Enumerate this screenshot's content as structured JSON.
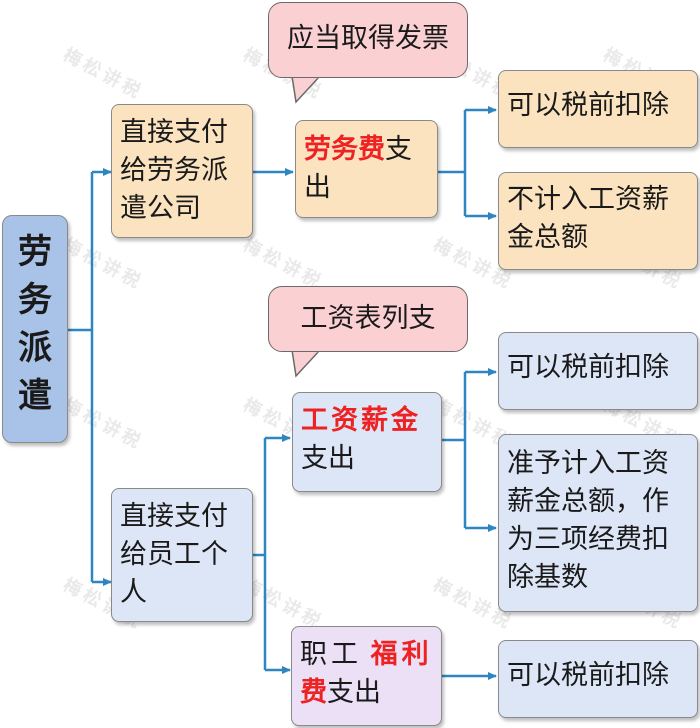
{
  "root": {
    "label": "劳务派遣"
  },
  "callouts": {
    "invoice": "应当取得发票",
    "payroll": "工资表列支"
  },
  "branch_company": {
    "label": "直接支付给劳务派遣公司",
    "expense_highlight": "劳务费",
    "expense_rest": "支出",
    "outcome_1": "可以税前扣除",
    "outcome_2": "不计入工资薪金总额"
  },
  "branch_employee": {
    "label": "直接支付给员工个人",
    "salary_highlight": "工资薪金",
    "salary_rest": "支出",
    "salary_outcome_1": "可以税前扣除",
    "salary_outcome_2": "准予计入工资薪金总额，作为三项经费扣除基数",
    "welfare_prefix": "职工",
    "welfare_highlight_1": "福利",
    "welfare_highlight_2": "费",
    "welfare_rest": "支出",
    "welfare_outcome": "可以税前扣除"
  },
  "watermark": "梅松讲税",
  "colors": {
    "connector": "#2e86c1",
    "highlight": "#ee2222",
    "orange_box": "#fbe3c0",
    "blue_box": "#dde6f7",
    "root_box": "#a9c3e8",
    "callout": "#fbd0d3"
  }
}
